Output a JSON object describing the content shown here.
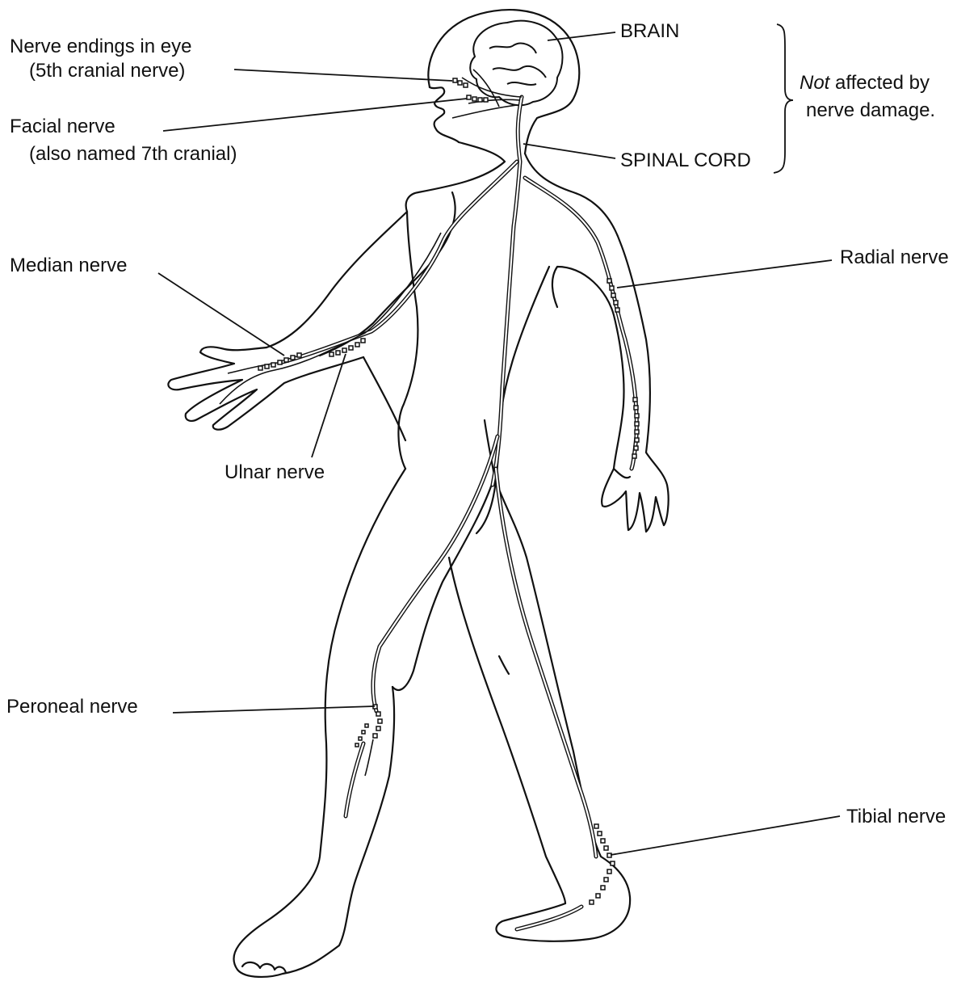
{
  "labels": {
    "eye_nerve_line1": "Nerve endings in eye",
    "eye_nerve_line2": "(5th cranial nerve)",
    "facial_line1": "Facial nerve",
    "facial_line2": "(also named 7th cranial)",
    "brain": "BRAIN",
    "spinal_cord": "SPINAL CORD",
    "not_affected_em": "Not",
    "not_affected_rest": " affected by",
    "not_affected_line2": "nerve damage.",
    "median": "Median nerve",
    "radial": "Radial nerve",
    "ulnar": "Ulnar nerve",
    "peroneal": "Peroneal nerve",
    "tibial": "Tibial nerve"
  },
  "colors": {
    "ink": "#111111",
    "background": "#ffffff"
  }
}
